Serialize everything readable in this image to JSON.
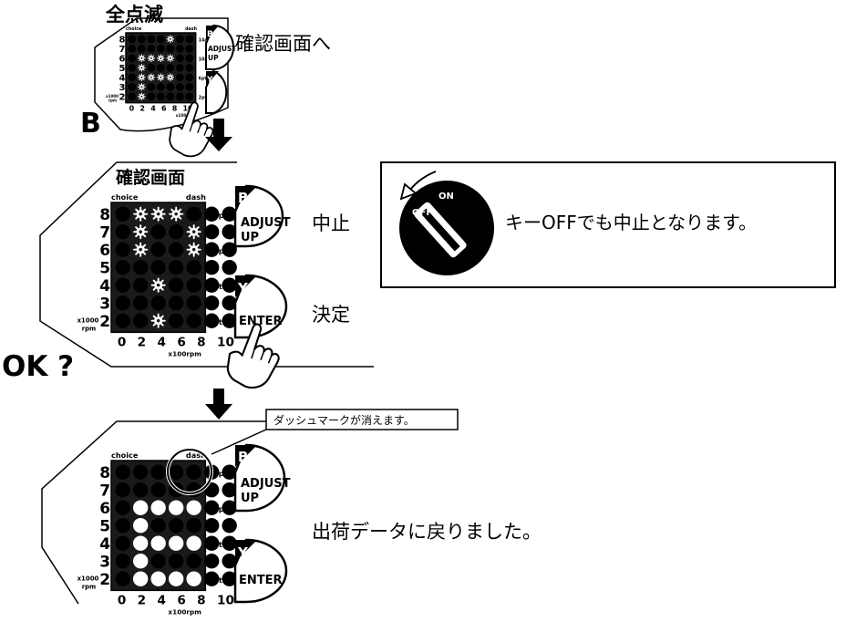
{
  "colors": {
    "ink": "#000000",
    "paper": "#ffffff",
    "panel": "#1a1a1a",
    "hole": "#000000",
    "lit": "#ffffff"
  },
  "labels": {
    "all_blink": "全点滅",
    "confirm_screen_link": "確認画面へ",
    "confirm_screen": "確認画面",
    "cancel": "中止",
    "decide": "決定",
    "ok_q": "OK ?",
    "b_mark": "B",
    "key_off_note": "キーOFFでも中止となります。",
    "dash_note": "ダッシュマークが消えます。",
    "returned": "出荷データに戻りました。"
  },
  "panel": {
    "choice": "choice",
    "dash": "dash",
    "rows": [
      "8",
      "7",
      "6",
      "5",
      "4",
      "3",
      "2"
    ],
    "cols": [
      "0",
      "2",
      "4",
      "6",
      "8",
      "10"
    ],
    "unit_y": [
      "x1000",
      "rpm"
    ],
    "unit_x": "x100rpm",
    "pts": [
      "14pt",
      "10pt",
      "6pt",
      "2pt"
    ]
  },
  "buttons": {
    "b_letter": "B",
    "b_line1": "ADJUST",
    "b_line2": "UP",
    "y_letter": "Y",
    "y_label": "ENTER"
  },
  "key": {
    "off": "OFF",
    "on": "ON"
  },
  "grids": {
    "top": [
      "0000100",
      "0000000",
      "0111100",
      "0100000",
      "0111100",
      "0100000",
      "0100000"
    ],
    "middle": [
      "0111000",
      "0100100",
      "0100100",
      "0000000",
      "0010000",
      "0000000",
      "0010000"
    ],
    "bottom": [
      "0000000",
      "0000000",
      "0111100",
      "0100000",
      "0111100",
      "0100000",
      "0111100"
    ]
  },
  "grid_legend": "1 = lit star symbol (top/middle) or white circle (bottom), 0 = dark hole"
}
